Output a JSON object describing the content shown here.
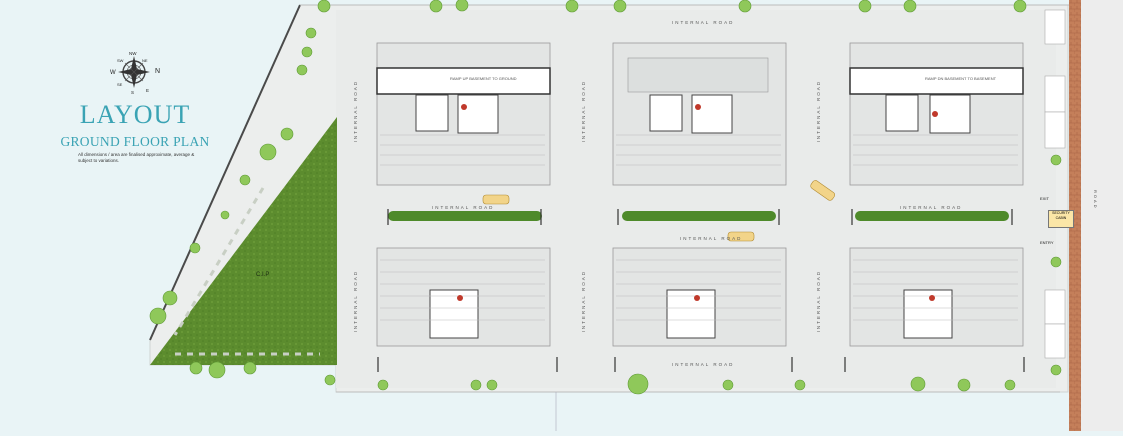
{
  "title": "LAYOUT",
  "subtitle": "GROUND FLOOR PLAN",
  "disclaimer": "All dimensions / area are finalised approximate, average & subject to variations.",
  "compass": {
    "n": "N",
    "s": "S",
    "e": "E",
    "w": "W",
    "ne": "NE",
    "nw": "NW",
    "se": "SE",
    "sw": "SW"
  },
  "labels": {
    "internal_road": "INTERNAL ROAD",
    "cip": "C.I.P",
    "ramp_up": "RAMP UP BASEMENT TO GROUND",
    "ramp_down": "RAMP DN BASEMENT TO BASEMENT",
    "entry": "ENTRY",
    "exit": "EXIT",
    "security_cabin": "SECURITY CABIN",
    "street": "ROAD"
  },
  "colors": {
    "background": "#e9f4f6",
    "site": "#eceeed",
    "garden": "#5c8c2e",
    "accent": "#3aa3b4",
    "tree": "#8fc85a"
  }
}
